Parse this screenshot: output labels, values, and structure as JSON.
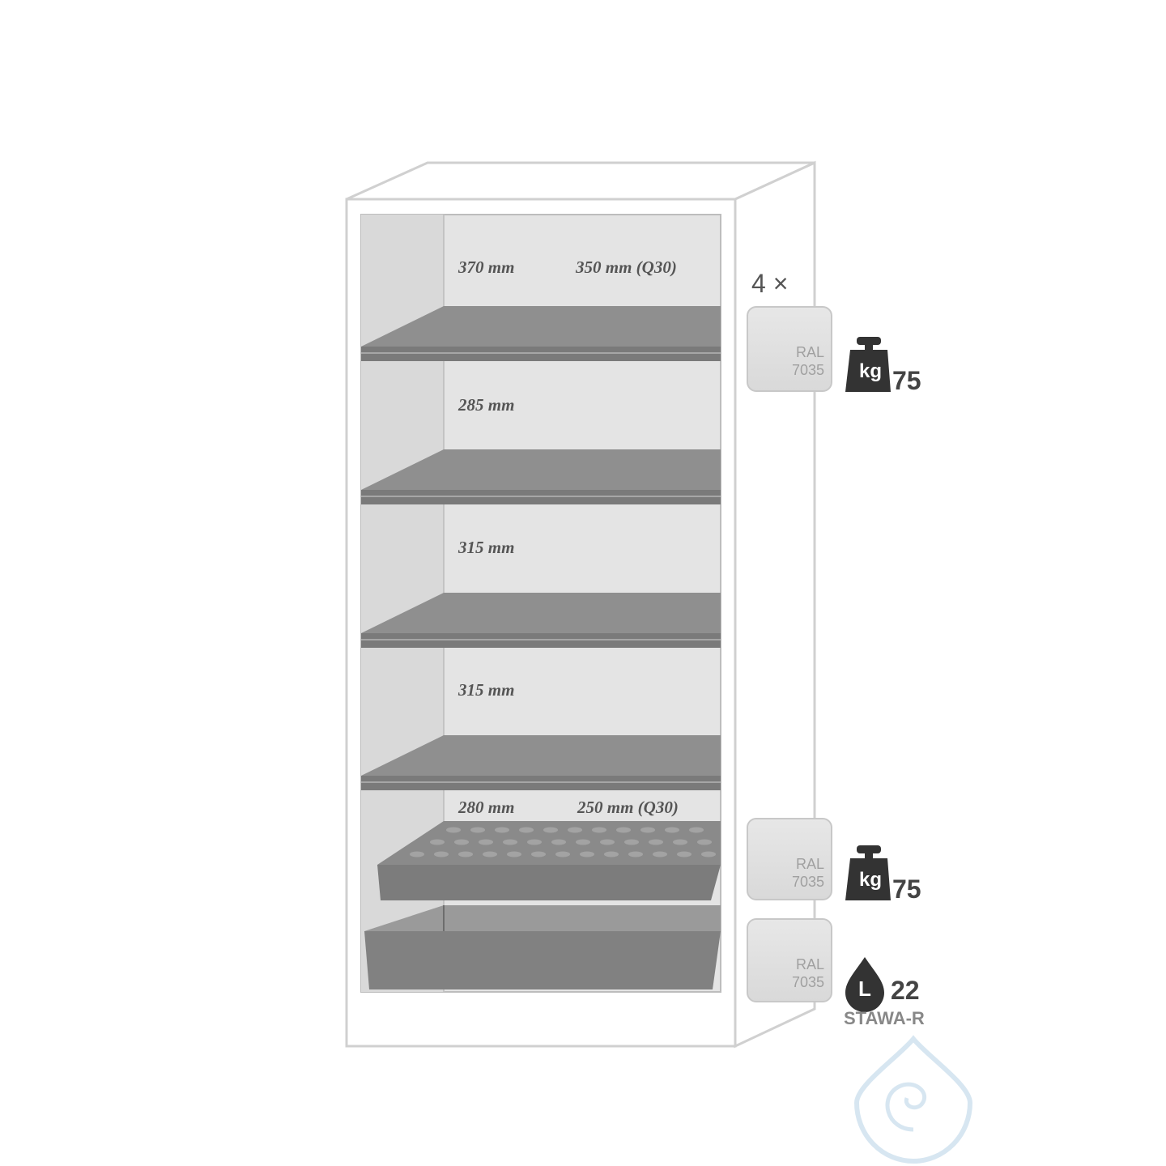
{
  "compartments": [
    {
      "depth_label": "370 mm",
      "alt_label": "350 mm (Q30)"
    },
    {
      "depth_label": "285 mm"
    },
    {
      "depth_label": "315 mm"
    },
    {
      "depth_label": "315 mm"
    },
    {
      "depth_label": "280 mm",
      "alt_label": "250 mm (Q30)"
    }
  ],
  "shelf_count_label": "4 ×",
  "swatches": [
    {
      "line1": "RAL",
      "line2": "7035"
    },
    {
      "line1": "RAL",
      "line2": "7035"
    },
    {
      "line1": "RAL",
      "line2": "7035"
    }
  ],
  "load_ratings": [
    {
      "icon": "weight-kg-icon",
      "letters": "kg",
      "value": "75"
    },
    {
      "icon": "weight-kg-icon",
      "letters": "kg",
      "value": "75"
    },
    {
      "icon": "liquid-drop-icon",
      "letters": "L",
      "value": "22"
    }
  ],
  "sump_standard": "STAWA-R",
  "colors": {
    "frame": "#d5d5d5",
    "interior": "#e4e4e4",
    "shelf": "#8f8f8f",
    "shelf_dark": "#7a7a7a",
    "icon": "#333333"
  }
}
